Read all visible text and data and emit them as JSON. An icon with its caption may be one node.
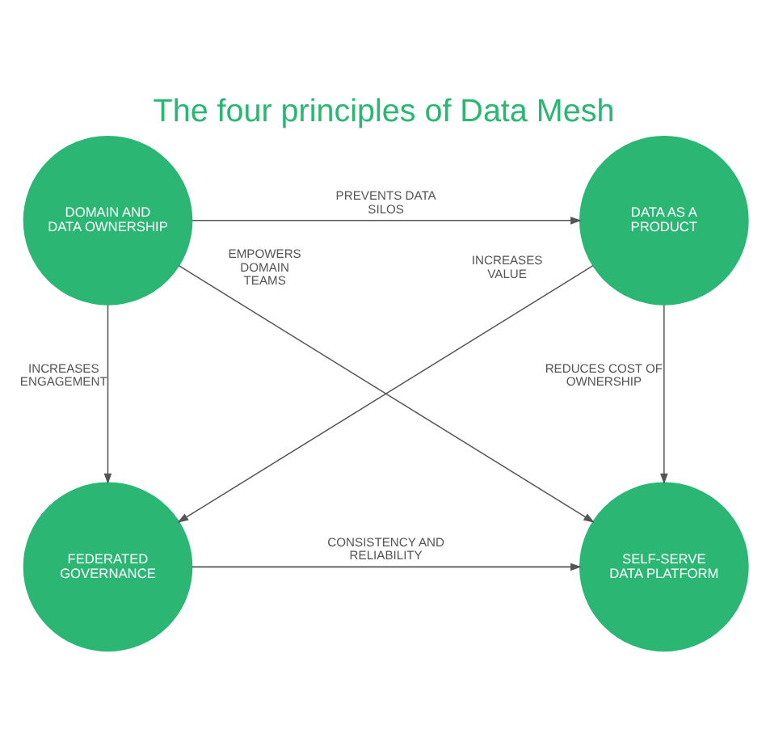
{
  "diagram": {
    "title": "The four principles of Data Mesh",
    "nodes": [
      {
        "text": [
          "DOMAIN AND DATA OWNERSHIP"
        ]
      },
      {
        "text": [
          "DATA AS A PRODUCT"
        ]
      },
      {
        "text": [
          "FEDERATED GOVERNANCE"
        ]
      },
      {
        "text": [
          "SELF-SERVE DATA PLATFORM"
        ]
      }
    ],
    "edges": [
      {
        "from": 0,
        "to": 1,
        "arrow": "to",
        "label": "PREVENTS DATA SILOS"
      },
      {
        "from": 0,
        "to": 3,
        "arrow": "to",
        "label": "EMPOWERS DOMAIN TEAMS"
      },
      {
        "from": 1,
        "to": 2,
        "arrow": "to",
        "label": "INCREASES VALUE"
      },
      {
        "from": 0,
        "to": 2,
        "arrow": "to",
        "label": "INCREASES ENGAGEMENT"
      },
      {
        "from": 1,
        "to": 3,
        "arrow": "to",
        "label": "REDUCES COST OF OWNERSHIP"
      },
      {
        "from": 2,
        "to": 3,
        "arrow": "to",
        "label": "CONSISTENCY AND RELIABILITY"
      }
    ]
  }
}
